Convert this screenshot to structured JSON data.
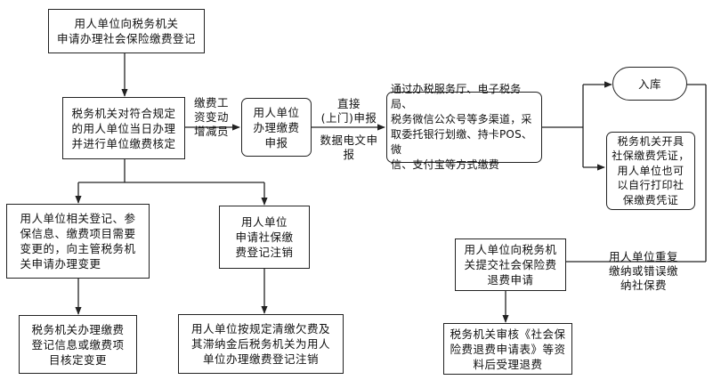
{
  "nodes": {
    "registration_apply": "用人单位向税务机关\n申请办理社会保险缴费登记",
    "tax_check": "税务机关对符合规定\n的用人单位当日办理\n并进行单位缴费核定",
    "unit_declare": "用人单位\n办理缴费\n申报",
    "payment_channels": "通过办税服务厅、电子税务局、\n税务微信公众号等多渠道，采\n取委托银行划缴、持卡POS、微\n信、支付宝等方式缴费",
    "into_treasury": "入库",
    "issue_certificate": "税务机关开具\n社保缴费凭证，\n用人单位也可\n以自行打印社\n保缴费凭证",
    "change_apply": "用人单位相关登记、参\n保信息、缴费项目需要\n变更的，向主管税务机\n关申请办理变更",
    "change_handle": "税务机关办理缴费\n登记信息或缴费项\n目核定变更",
    "cancel_apply": "用人单位\n申请社保缴\n费登记注销",
    "cancel_handle": "用人单位按规定清缴欠费及\n其滞纳金后税务机关为用人\n单位办理缴费登记注销",
    "refund_apply": "用人单位向税务机\n关提交社会保险费\n退费申请",
    "refund_review": "税务机关审核《社会保\n险费退费申请表》等资\n料后受理退费"
  },
  "labels": {
    "payroll_change": "缴费工\n资变动\n增减员",
    "direct_declare": "直接\n(上门)申报",
    "electronic_declare": "数据电文申\n报",
    "duplicate_payment": "用人单位重复\n缴纳或错误缴\n纳社保费"
  }
}
